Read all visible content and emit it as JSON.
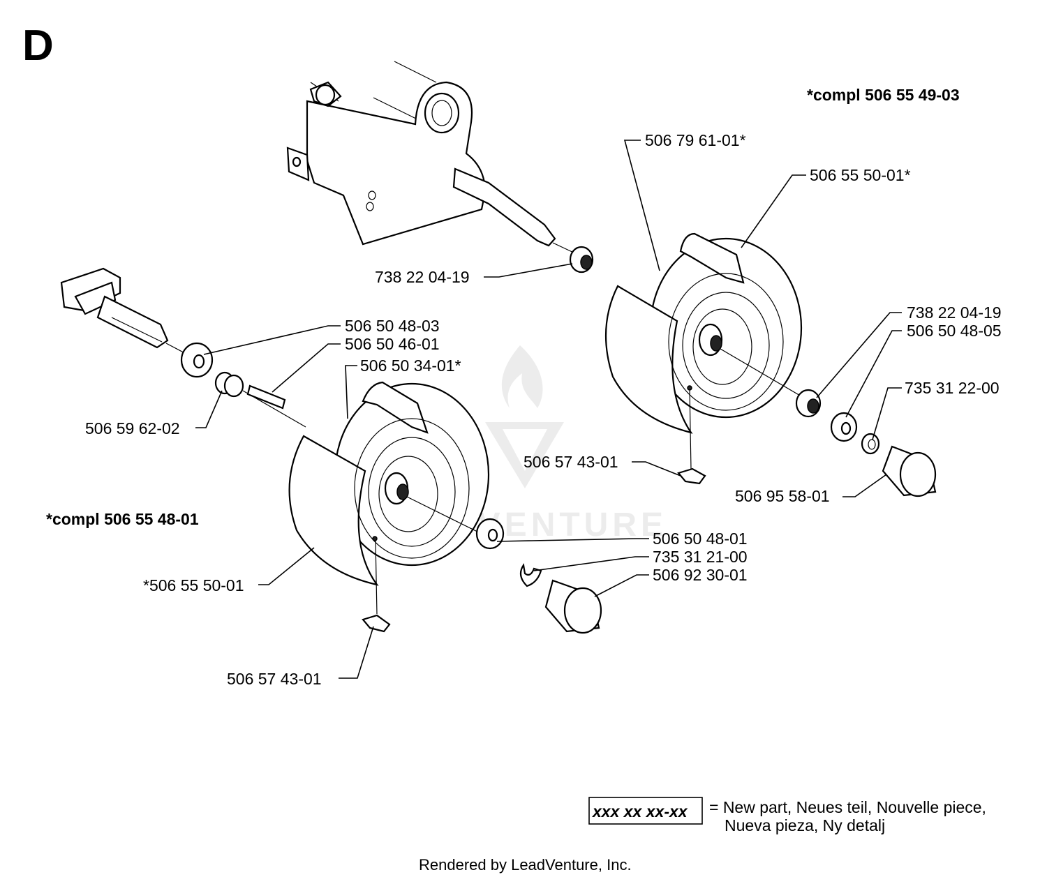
{
  "section_letter": "D",
  "compl_right": "*compl 506 55 49-03",
  "compl_left": "*compl 506 55 48-01",
  "watermark": "LEADVENTURE",
  "labels": {
    "l_738_22_04_19_top": "738 22 04-19",
    "l_506_79_61_01": "506 79 61-01*",
    "l_506_55_50_01_right": "506 55 50-01*",
    "l_738_22_04_19_right": "738 22 04-19",
    "l_506_50_48_05": "506 50 48-05",
    "l_735_31_22_00": "735 31 22-00",
    "l_506_57_43_01_right": "506 57 43-01",
    "l_506_95_58_01": "506 95 58-01",
    "l_506_50_48_03": "506 50 48-03",
    "l_506_50_46_01": "506 50 46-01",
    "l_506_50_34_01": "506 50 34-01*",
    "l_506_59_62_02": "506 59 62-02",
    "l_506_55_50_01_left": "*506 55 50-01",
    "l_506_50_48_01": "506 50 48-01",
    "l_735_31_21_00": "735 31 21-00",
    "l_506_92_30_01": "506 92 30-01",
    "l_506_57_43_01_left": "506 57 43-01"
  },
  "legend": {
    "box": "xxx xx xx-xx",
    "line1": "= New part, Neues teil, Nouvelle piece,",
    "line2": "Nueva pieza, Ny detalj"
  },
  "footer": "Rendered by LeadVenture, Inc."
}
